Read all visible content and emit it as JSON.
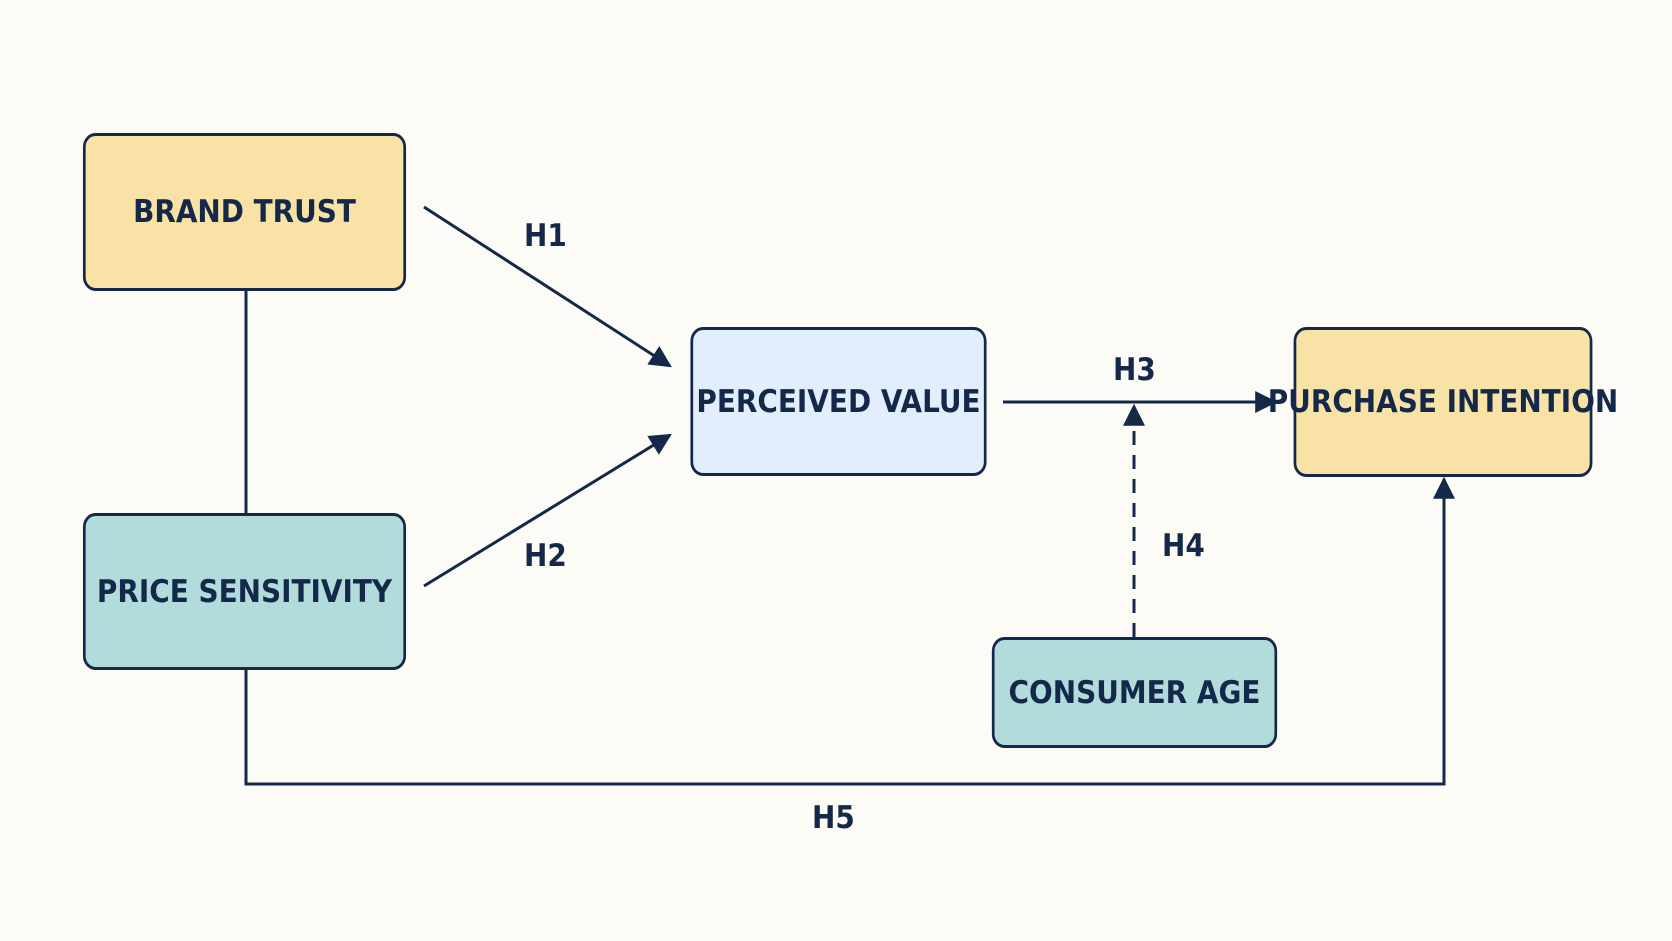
{
  "nodes": {
    "brand_trust": "BRAND TRUST",
    "price_sensitivity": "PRICE SENSITIVITY",
    "perceived_value": "PERCEIVED VALUE",
    "purchase_intention": "PURCHASE INTENTION",
    "consumer_age": "CONSUMER AGE"
  },
  "hypotheses": {
    "h1": "H1",
    "h2": "H2",
    "h3": "H3",
    "h4": "H4",
    "h5": "H5"
  },
  "colors": {
    "stroke": "#14284a",
    "yellow_fill": "#f8e2a6",
    "teal_fill": "#b2dcdb",
    "blue_fill": "#e2eefb",
    "background": "#fcfbf6"
  }
}
